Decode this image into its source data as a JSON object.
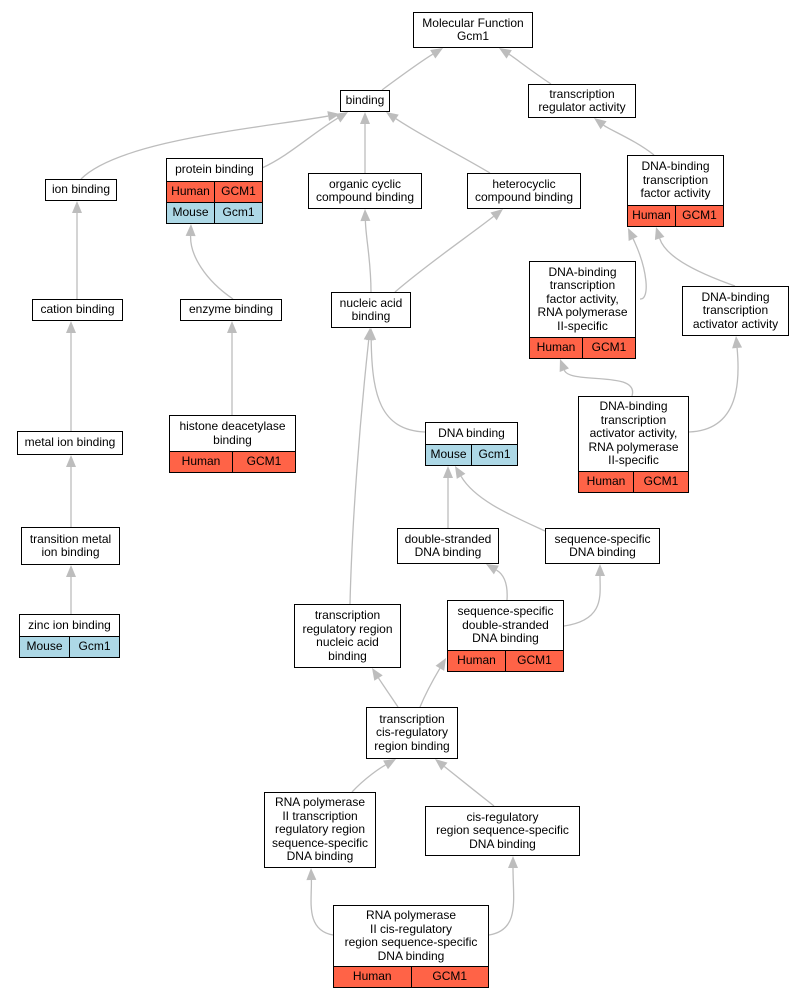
{
  "colors": {
    "human": "#ff6347",
    "mouse": "#add8e6",
    "edge": "#bdbdbd"
  },
  "nodes": {
    "mf": {
      "label": "Molecular Function\nGcm1",
      "rows": []
    },
    "binding": {
      "label": "binding",
      "rows": []
    },
    "tra": {
      "label": "transcription\nregulator activity",
      "rows": []
    },
    "protein": {
      "label": "protein binding",
      "rows": [
        [
          "Human",
          "GCM1"
        ],
        [
          "Mouse",
          "Gcm1"
        ]
      ]
    },
    "ion": {
      "label": "ion binding",
      "rows": []
    },
    "organic": {
      "label": "organic cyclic\ncompound binding",
      "rows": []
    },
    "hetero": {
      "label": "heterocyclic\ncompound binding",
      "rows": []
    },
    "dbtf": {
      "label": "DNA-binding\ntranscription\nfactor activity",
      "rows": [
        [
          "Human",
          "GCM1"
        ]
      ]
    },
    "cation": {
      "label": "cation binding",
      "rows": []
    },
    "enzyme": {
      "label": "enzyme binding",
      "rows": []
    },
    "nucleic": {
      "label": "nucleic acid\nbinding",
      "rows": []
    },
    "dbtf2": {
      "label": "DNA-binding\ntranscription\nfactor activity,\nRNA polymerase\nII-specific",
      "rows": [
        [
          "Human",
          "GCM1"
        ]
      ]
    },
    "dbtaa": {
      "label": "DNA-binding\ntranscription\nactivator activity",
      "rows": []
    },
    "metal": {
      "label": "metal ion binding",
      "rows": []
    },
    "histone": {
      "label": "histone deacetylase\nbinding",
      "rows": [
        [
          "Human",
          "GCM1"
        ]
      ]
    },
    "dna": {
      "label": "DNA binding",
      "rows": [
        [
          "Mouse",
          "Gcm1"
        ]
      ]
    },
    "dbtaa2": {
      "label": "DNA-binding\ntranscription\nactivator activity,\nRNA polymerase\nII-specific",
      "rows": [
        [
          "Human",
          "GCM1"
        ]
      ]
    },
    "transition": {
      "label": "transition metal\nion binding",
      "rows": []
    },
    "ds": {
      "label": "double-stranded\nDNA binding",
      "rows": []
    },
    "ss": {
      "label": "sequence-specific\nDNA binding",
      "rows": []
    },
    "zinc": {
      "label": "zinc ion binding",
      "rows": [
        [
          "Mouse",
          "Gcm1"
        ]
      ]
    },
    "trr": {
      "label": "transcription\nregulatory region\nnucleic acid\nbinding",
      "rows": []
    },
    "ssds": {
      "label": "sequence-specific\ndouble-stranded\nDNA binding",
      "rows": [
        [
          "Human",
          "GCM1"
        ]
      ]
    },
    "tcis": {
      "label": "transcription\ncis-regulatory\nregion binding",
      "rows": []
    },
    "rnap2": {
      "label": "RNA polymerase\nII transcription\nregulatory region\nsequence-specific\nDNA binding",
      "rows": []
    },
    "cisreg": {
      "label": "cis-regulatory\nregion sequence-specific\nDNA binding",
      "rows": []
    },
    "rnap2cis": {
      "label": "RNA polymerase\nII cis-regulatory\nregion sequence-specific\nDNA binding",
      "rows": [
        [
          "Human",
          "GCM1"
        ]
      ]
    }
  }
}
